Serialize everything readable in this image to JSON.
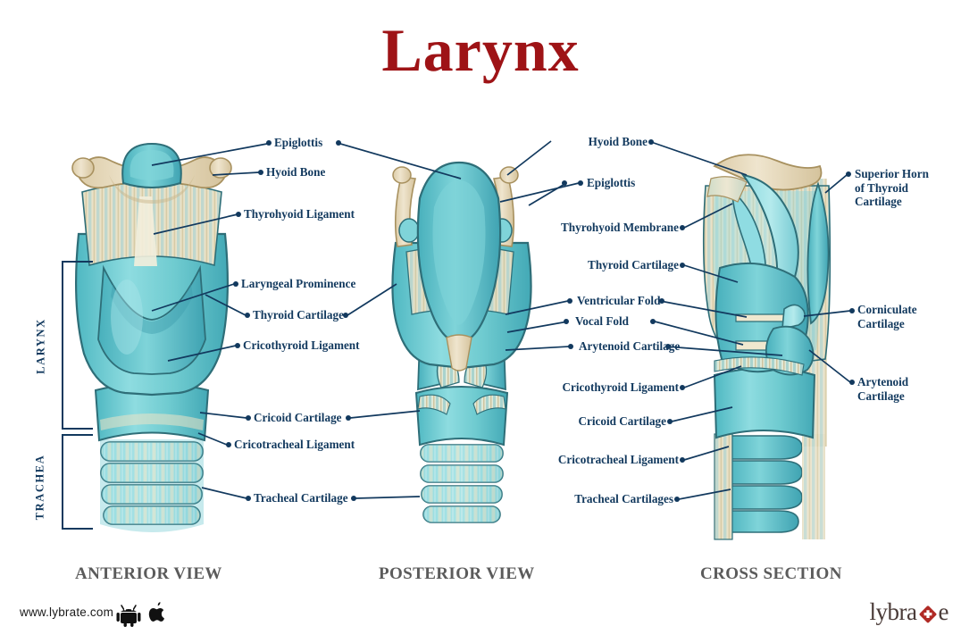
{
  "page": {
    "title": "Larynx",
    "background": "#ffffff",
    "title_color": "#9E1316",
    "label_color": "#12395E",
    "caption_color": "#5B5B5B",
    "cartilage_color": "#6FCBD0",
    "bone_color": "#E5D8BC",
    "logo_accent": "#B02A25"
  },
  "views": [
    {
      "id": "anterior",
      "caption": "ANTERIOR VIEW"
    },
    {
      "id": "posterior",
      "caption": "POSTERIOR VIEW"
    },
    {
      "id": "cross",
      "caption": "CROSS SECTION"
    }
  ],
  "brackets": [
    {
      "id": "larynx",
      "label": "LARYNX"
    },
    {
      "id": "trachea",
      "label": "TRACHEA"
    }
  ],
  "labels_left": [
    {
      "id": "epiglottis",
      "text": "Epiglottis"
    },
    {
      "id": "hyoid-bone",
      "text": "Hyoid Bone"
    },
    {
      "id": "thyrohyoid-ligament",
      "text": "Thyrohyoid Ligament"
    },
    {
      "id": "laryngeal-prominence",
      "text": "Laryngeal Prominence"
    },
    {
      "id": "thyroid-cartilage",
      "text": "Thyroid Cartilage"
    },
    {
      "id": "cricothyroid-ligament",
      "text": "Cricothyroid Ligament"
    },
    {
      "id": "cricoid-cartilage",
      "text": "Cricoid Cartilage"
    },
    {
      "id": "cricotracheal-ligament",
      "text": "Cricotracheal Ligament"
    },
    {
      "id": "tracheal-cartilage",
      "text": "Tracheal Cartilage"
    }
  ],
  "labels_middle": [
    {
      "id": "hyoid-bone-2",
      "text": "Hyoid Bone"
    },
    {
      "id": "epiglottis-2",
      "text": "Epiglottis"
    },
    {
      "id": "thyrohyoid-membrane",
      "text": "Thyrohyoid Membrane"
    },
    {
      "id": "thyroid-cartilage-2",
      "text": "Thyroid Cartilage"
    },
    {
      "id": "ventricular-fold",
      "text": "Ventricular Fold"
    },
    {
      "id": "vocal-fold",
      "text": "Vocal Fold"
    },
    {
      "id": "arytenoid-cartilage-2",
      "text": "Arytenoid Cartilage"
    },
    {
      "id": "cricothyroid-ligament-2",
      "text": "Cricothyroid Ligament"
    },
    {
      "id": "cricoid-cartilage-2",
      "text": "Cricoid Cartilage"
    },
    {
      "id": "cricotracheal-ligament-2",
      "text": "Cricotracheal Ligament"
    },
    {
      "id": "tracheal-cartilages",
      "text": "Tracheal Cartilages"
    }
  ],
  "labels_right": [
    {
      "id": "superior-horn",
      "line1": "Superior Horn",
      "line2": "of Thyroid",
      "line3": "Cartilage"
    },
    {
      "id": "corniculate",
      "line1": "Corniculate",
      "line2": "Cartilage",
      "line3": ""
    },
    {
      "id": "arytenoid",
      "line1": "Arytenoid",
      "line2": "Cartilage",
      "line3": ""
    }
  ],
  "footer": {
    "url": "www.lybrate.com",
    "android_icon": "android-icon",
    "apple_icon": "apple-icon",
    "logo_text_1": "lybra",
    "logo_text_2": "e"
  }
}
